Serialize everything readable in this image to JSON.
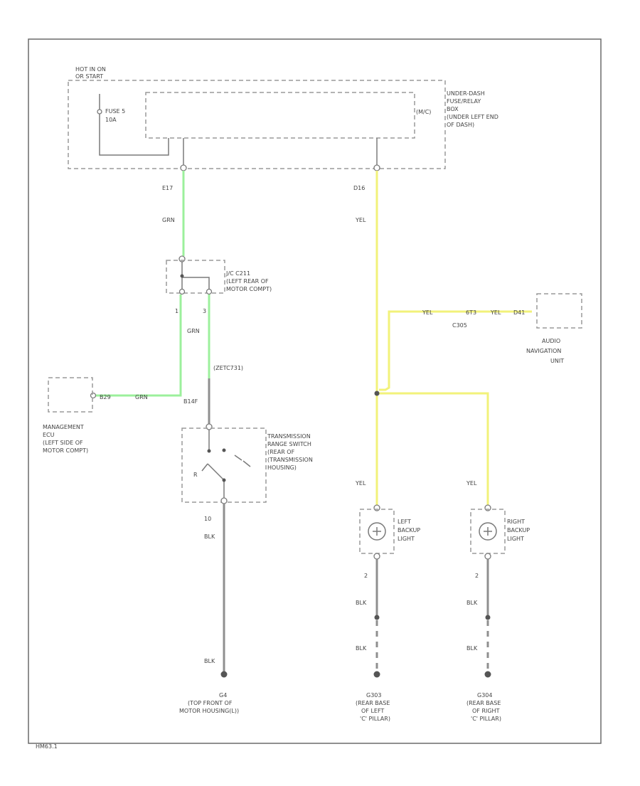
{
  "colors": {
    "green_wire": "#9cf09c",
    "yellow_wire": "#f2f27a",
    "black_wire": "#8f8f8f"
  },
  "icons": {
    "backup_bulb": "bulb-icon",
    "ground": "ground-icon",
    "switch": "transmission-switch-icon"
  },
  "labels": {
    "hot_in_on_1": "HOT IN ON",
    "hot_in_on_2": "OR START",
    "fuse_1": "FUSE 5",
    "fuse_2": "10A",
    "fuse_box_code": "(M/C)",
    "underdash_1": "UNDER-DASH",
    "underdash_2": "FUSE/RELAY",
    "underdash_3": "BOX",
    "underdash_4": "(UNDER LEFT END",
    "underdash_5": "OF DASH)",
    "pin_e17": "E17",
    "pin_d16": "D16",
    "wire_grn_1": "GRN",
    "wire_yel_1": "YEL",
    "jc_1": "J/C C211",
    "jc_2": "(LEFT REAR OF",
    "jc_3": "MOTOR COMPT)",
    "jc_pin_1": "1",
    "jc_pin_3": "3",
    "wire_grn_2": "GRN",
    "trans_conn": "(ZETC731)",
    "mgmt_pin": "B29",
    "mgmt_wire": "GRN",
    "mgmt_1": "MANAGEMENT",
    "mgmt_2": "ECU",
    "mgmt_3": "(LEFT SIDE OF",
    "mgmt_4": "MOTOR COMPT)",
    "sw_pin": "B14F",
    "trans_1": "TRANSMISSION",
    "trans_2": "RANGE SWITCH",
    "trans_3": "(REAR OF",
    "trans_4": "(TRANSMISSION",
    "trans_5": "HOUSING)",
    "sw_r": "R",
    "sw_pin_10": "10",
    "wire_blk_1": "BLK",
    "wire_blk_2": "BLK",
    "g4_1": "G4",
    "g4_2": "(TOP FRONT OF",
    "g4_3": "MOTOR HOUSING(L))",
    "audio_wire_1": "YEL",
    "audio_pin_1": "6T3",
    "audio_wire_2": "YEL",
    "audio_pin_2": "D41",
    "audio_conn": "C305",
    "audio_1": "AUDIO",
    "audio_2": "NAVIGATION",
    "audio_3": "UNIT",
    "left_wire": "YEL",
    "left_1": "LEFT",
    "left_2": "BACKUP",
    "left_3": "LIGHT",
    "left_pin": "2",
    "left_blk_1": "BLK",
    "left_blk_2": "BLK",
    "left_g_1": "G303",
    "left_g_2": "(REAR BASE",
    "left_g_3": "OF LEFT",
    "left_g_4": "'C' PILLAR)",
    "right_wire": "YEL",
    "right_1": "RIGHT",
    "right_2": "BACKUP",
    "right_3": "LIGHT",
    "right_pin": "2",
    "right_blk_1": "BLK",
    "right_blk_2": "BLK",
    "right_g_1": "G304",
    "right_g_2": "(REAR BASE",
    "right_g_3": "OF RIGHT",
    "right_g_4": "'C' PILLAR)",
    "footer_code": "HM63.1"
  }
}
